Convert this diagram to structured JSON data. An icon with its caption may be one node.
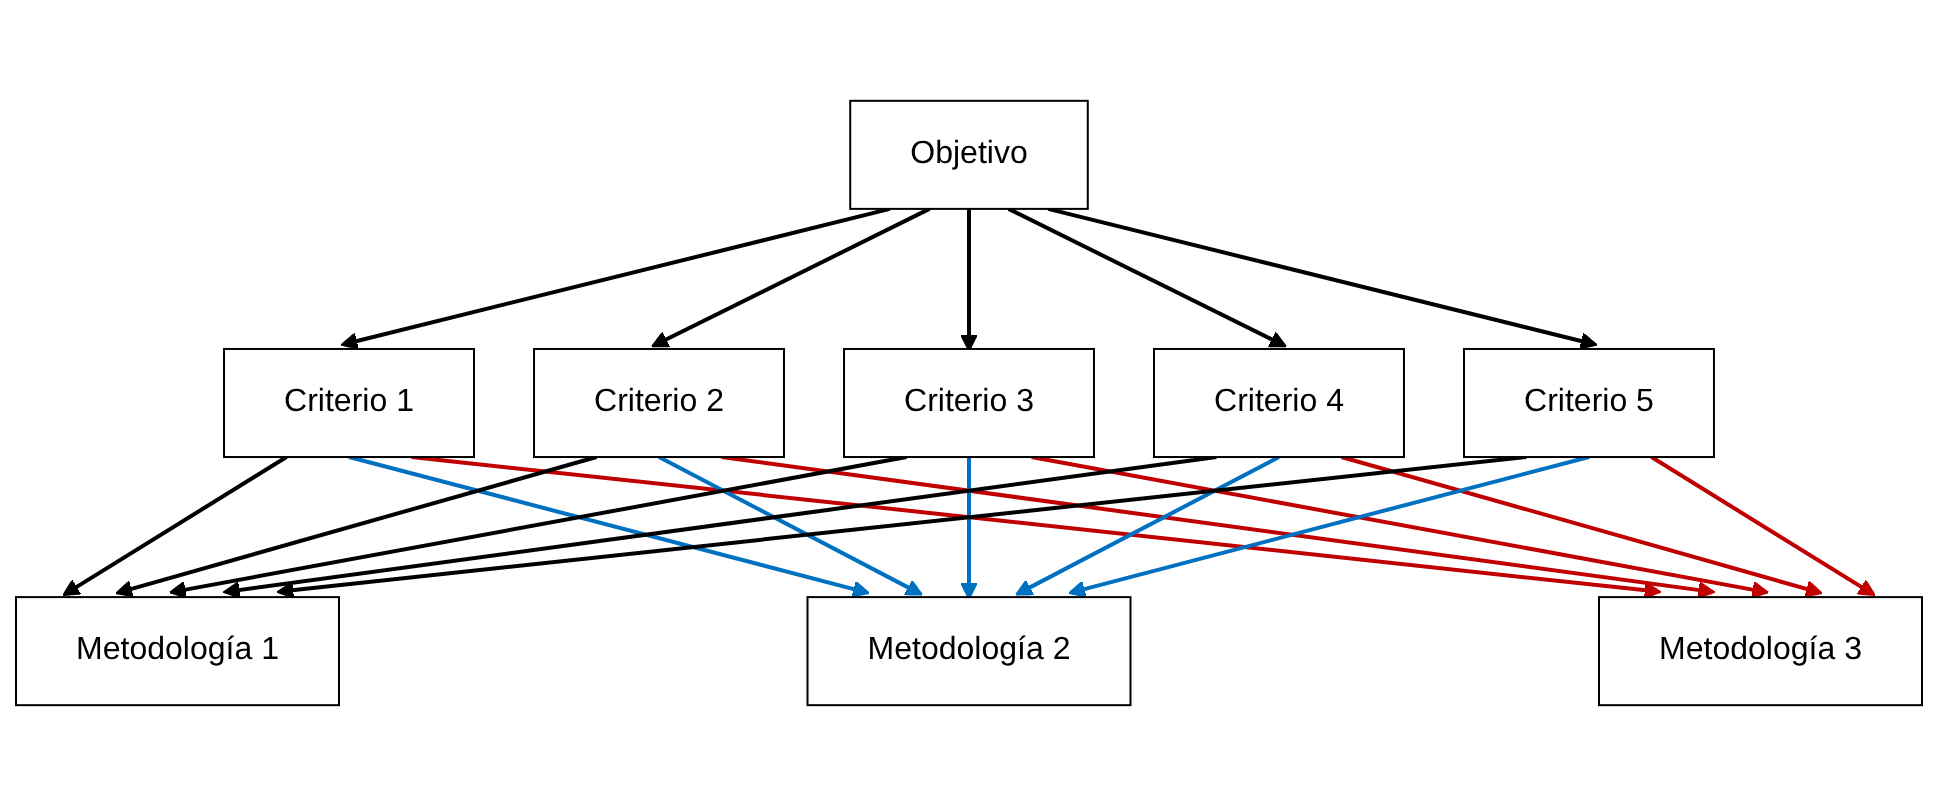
{
  "diagram": {
    "nodes": [
      {
        "text": [
          "Objetivo"
        ]
      },
      {
        "text": [
          "Criterio 1"
        ]
      },
      {
        "text": [
          "Criterio 2"
        ]
      },
      {
        "text": [
          "Criterio 3"
        ]
      },
      {
        "text": [
          "Criterio 4"
        ]
      },
      {
        "text": [
          "Criterio 5"
        ]
      },
      {
        "text": [
          "Metodología 1"
        ]
      },
      {
        "text": [
          "Metodología 2"
        ]
      },
      {
        "text": [
          "Metodología 3"
        ]
      }
    ],
    "edges": [
      {
        "from": 0,
        "to": 1,
        "arrow": "to"
      },
      {
        "from": 0,
        "to": 2,
        "arrow": "to"
      },
      {
        "from": 0,
        "to": 3,
        "arrow": "to"
      },
      {
        "from": 0,
        "to": 4,
        "arrow": "to"
      },
      {
        "from": 0,
        "to": 5,
        "arrow": "to"
      },
      {
        "from": 1,
        "to": 6,
        "arrow": "to"
      },
      {
        "from": 1,
        "to": 7,
        "arrow": "to",
        "color": "#0070c0"
      },
      {
        "from": 1,
        "to": 8,
        "arrow": "to",
        "color": "#c00000"
      },
      {
        "from": 2,
        "to": 6,
        "arrow": "to"
      },
      {
        "from": 2,
        "to": 7,
        "arrow": "to",
        "color": "#0070c0"
      },
      {
        "from": 2,
        "to": 8,
        "arrow": "to",
        "color": "#c00000"
      },
      {
        "from": 3,
        "to": 6,
        "arrow": "to"
      },
      {
        "from": 3,
        "to": 7,
        "arrow": "to",
        "color": "#0070c0"
      },
      {
        "from": 3,
        "to": 8,
        "arrow": "to",
        "color": "#c00000"
      },
      {
        "from": 4,
        "to": 6,
        "arrow": "to"
      },
      {
        "from": 4,
        "to": 7,
        "arrow": "to",
        "color": "#0070c0"
      },
      {
        "from": 4,
        "to": 8,
        "arrow": "to",
        "color": "#c00000"
      },
      {
        "from": 5,
        "to": 6,
        "arrow": "to"
      },
      {
        "from": 5,
        "to": 7,
        "arrow": "to",
        "color": "#0070c0"
      },
      {
        "from": 5,
        "to": 8,
        "arrow": "to",
        "color": "#c00000"
      }
    ]
  }
}
